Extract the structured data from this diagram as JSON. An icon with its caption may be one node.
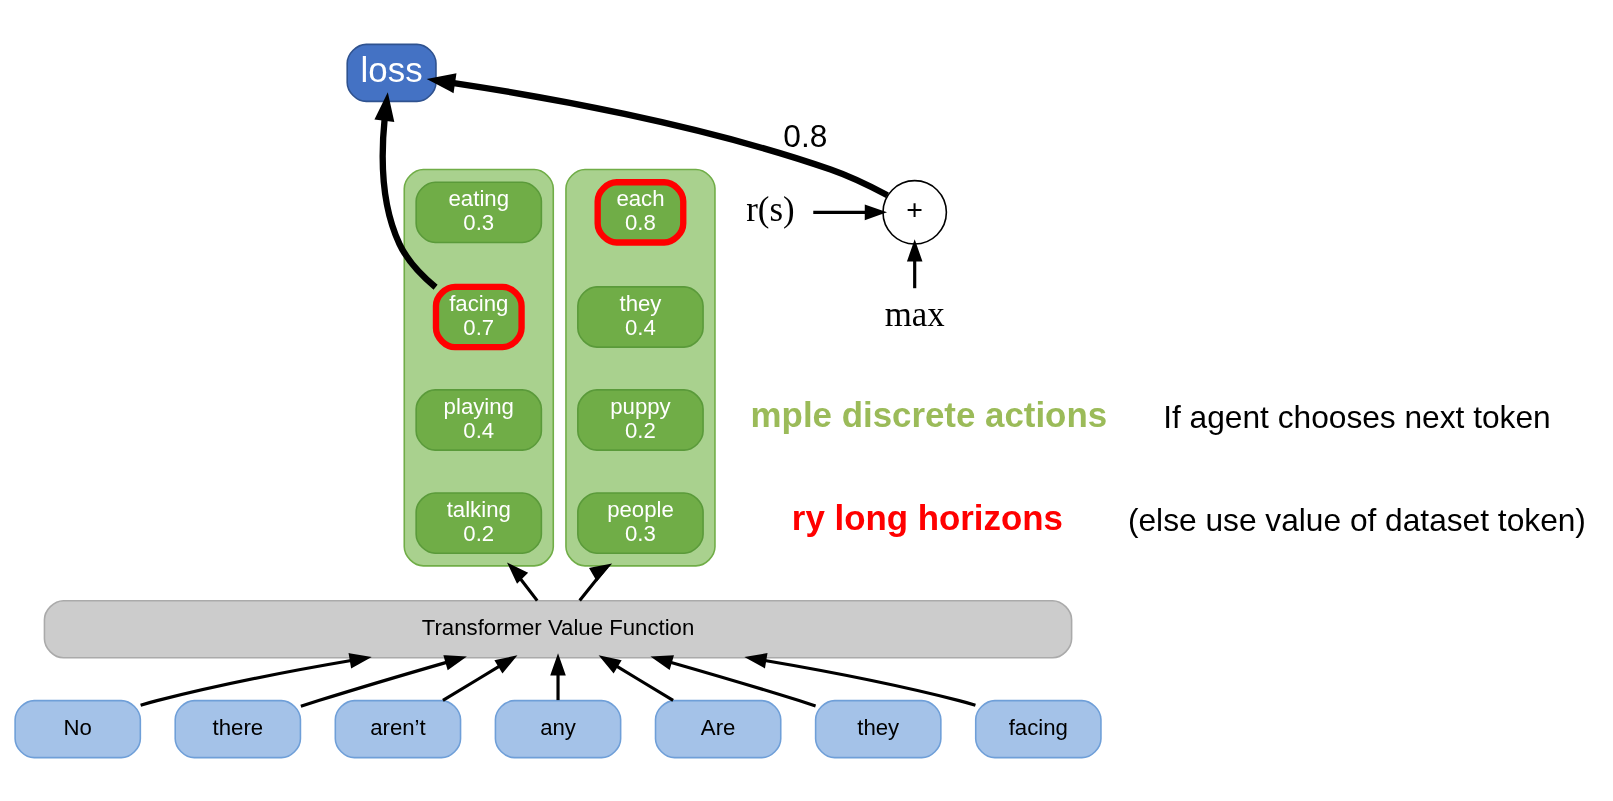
{
  "diagram": {
    "nodes": [
      {
        "text": [
          "loss"
        ]
      },
      {
        "text": [],
        "shape": "box"
      },
      {
        "text": [
          "eating",
          "0.3"
        ],
        "in": 1
      },
      {
        "text": [
          "facing",
          "0.7"
        ],
        "in": 1
      },
      {
        "text": [
          "playing",
          "0.4"
        ],
        "in": 1
      },
      {
        "text": [
          "talking",
          "0.2"
        ],
        "in": 1
      },
      {
        "text": [],
        "shape": "box"
      },
      {
        "text": [
          "each",
          "0.8"
        ],
        "in": 6
      },
      {
        "text": [
          "they",
          "0.4"
        ],
        "in": 6
      },
      {
        "text": [
          "puppy",
          "0.2"
        ],
        "in": 6
      },
      {
        "text": [
          "people",
          "0.3"
        ],
        "in": 6
      },
      {
        "text": [
          "+"
        ]
      },
      {
        "text": [
          "r(s)"
        ]
      },
      {
        "text": [
          "max"
        ]
      },
      {
        "text": [
          "Transformer Value Function"
        ]
      },
      {
        "text": [
          "No"
        ]
      },
      {
        "text": [
          "there"
        ]
      },
      {
        "text": [
          "aren’t"
        ]
      },
      {
        "text": [
          "any"
        ]
      },
      {
        "text": [
          "Are"
        ]
      },
      {
        "text": [
          "they"
        ]
      },
      {
        "text": [
          "facing"
        ]
      }
    ],
    "edges": [
      {
        "from": 3,
        "to": 0,
        "arrow": "to",
        "style": "thick"
      },
      {
        "from": 11,
        "to": 0,
        "arrow": "to",
        "label": "0.8",
        "style": "thick"
      },
      {
        "from": 12,
        "to": 11,
        "arrow": "to"
      },
      {
        "from": 13,
        "to": 11,
        "arrow": "to"
      },
      {
        "from": 14,
        "to": 1,
        "arrow": "to"
      },
      {
        "from": 14,
        "to": 6,
        "arrow": "to"
      },
      {
        "from": 15,
        "to": 14,
        "arrow": "to"
      },
      {
        "from": 16,
        "to": 14,
        "arrow": "to"
      },
      {
        "from": 17,
        "to": 14,
        "arrow": "to"
      },
      {
        "from": 18,
        "to": 14,
        "arrow": "to"
      },
      {
        "from": 19,
        "to": 14,
        "arrow": "to"
      },
      {
        "from": 20,
        "to": 14,
        "arrow": "to"
      },
      {
        "from": 21,
        "to": 14,
        "arrow": "to"
      }
    ],
    "labels": [
      "mple discrete actions",
      "ry long horizons",
      "If agent chooses next token",
      "(else use value of dataset token)"
    ]
  }
}
